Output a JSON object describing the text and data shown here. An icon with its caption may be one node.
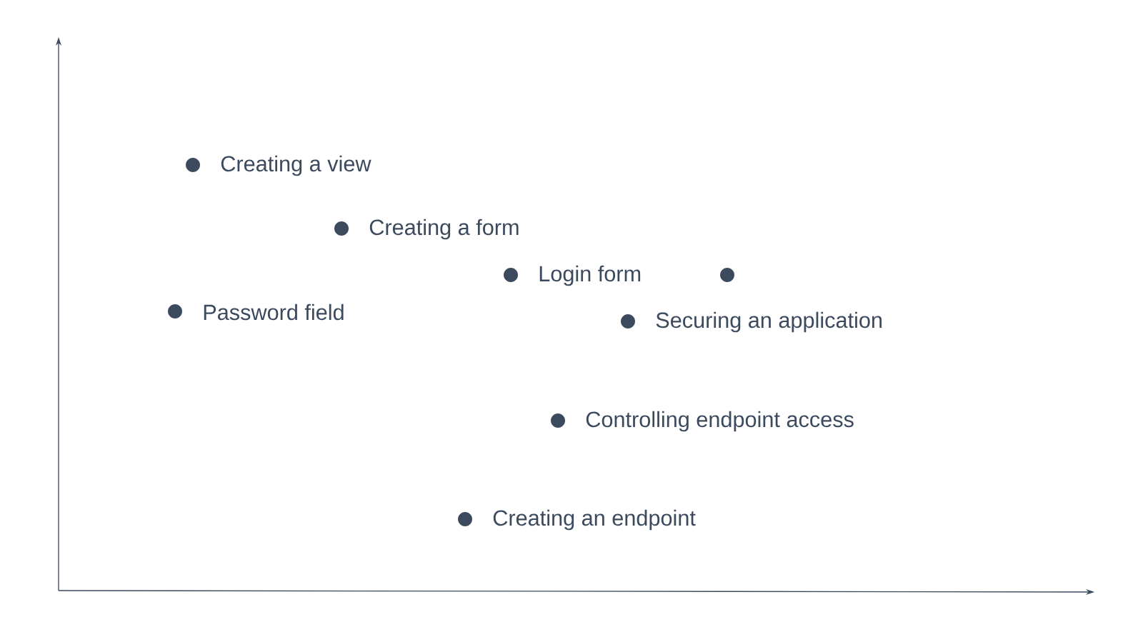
{
  "diagram": {
    "nodes": [
      {
        "text": [
          "Creating a view"
        ]
      },
      {
        "text": [
          "Creating a form"
        ]
      },
      {
        "text": [
          "Login form"
        ]
      },
      {
        "text": [],
        "shape": "circle"
      },
      {
        "text": [
          "Password field"
        ]
      },
      {
        "text": [
          "Securing an application"
        ]
      },
      {
        "text": [
          "Controlling endpoint access"
        ]
      },
      {
        "text": [
          "Creating an endpoint"
        ]
      }
    ]
  }
}
